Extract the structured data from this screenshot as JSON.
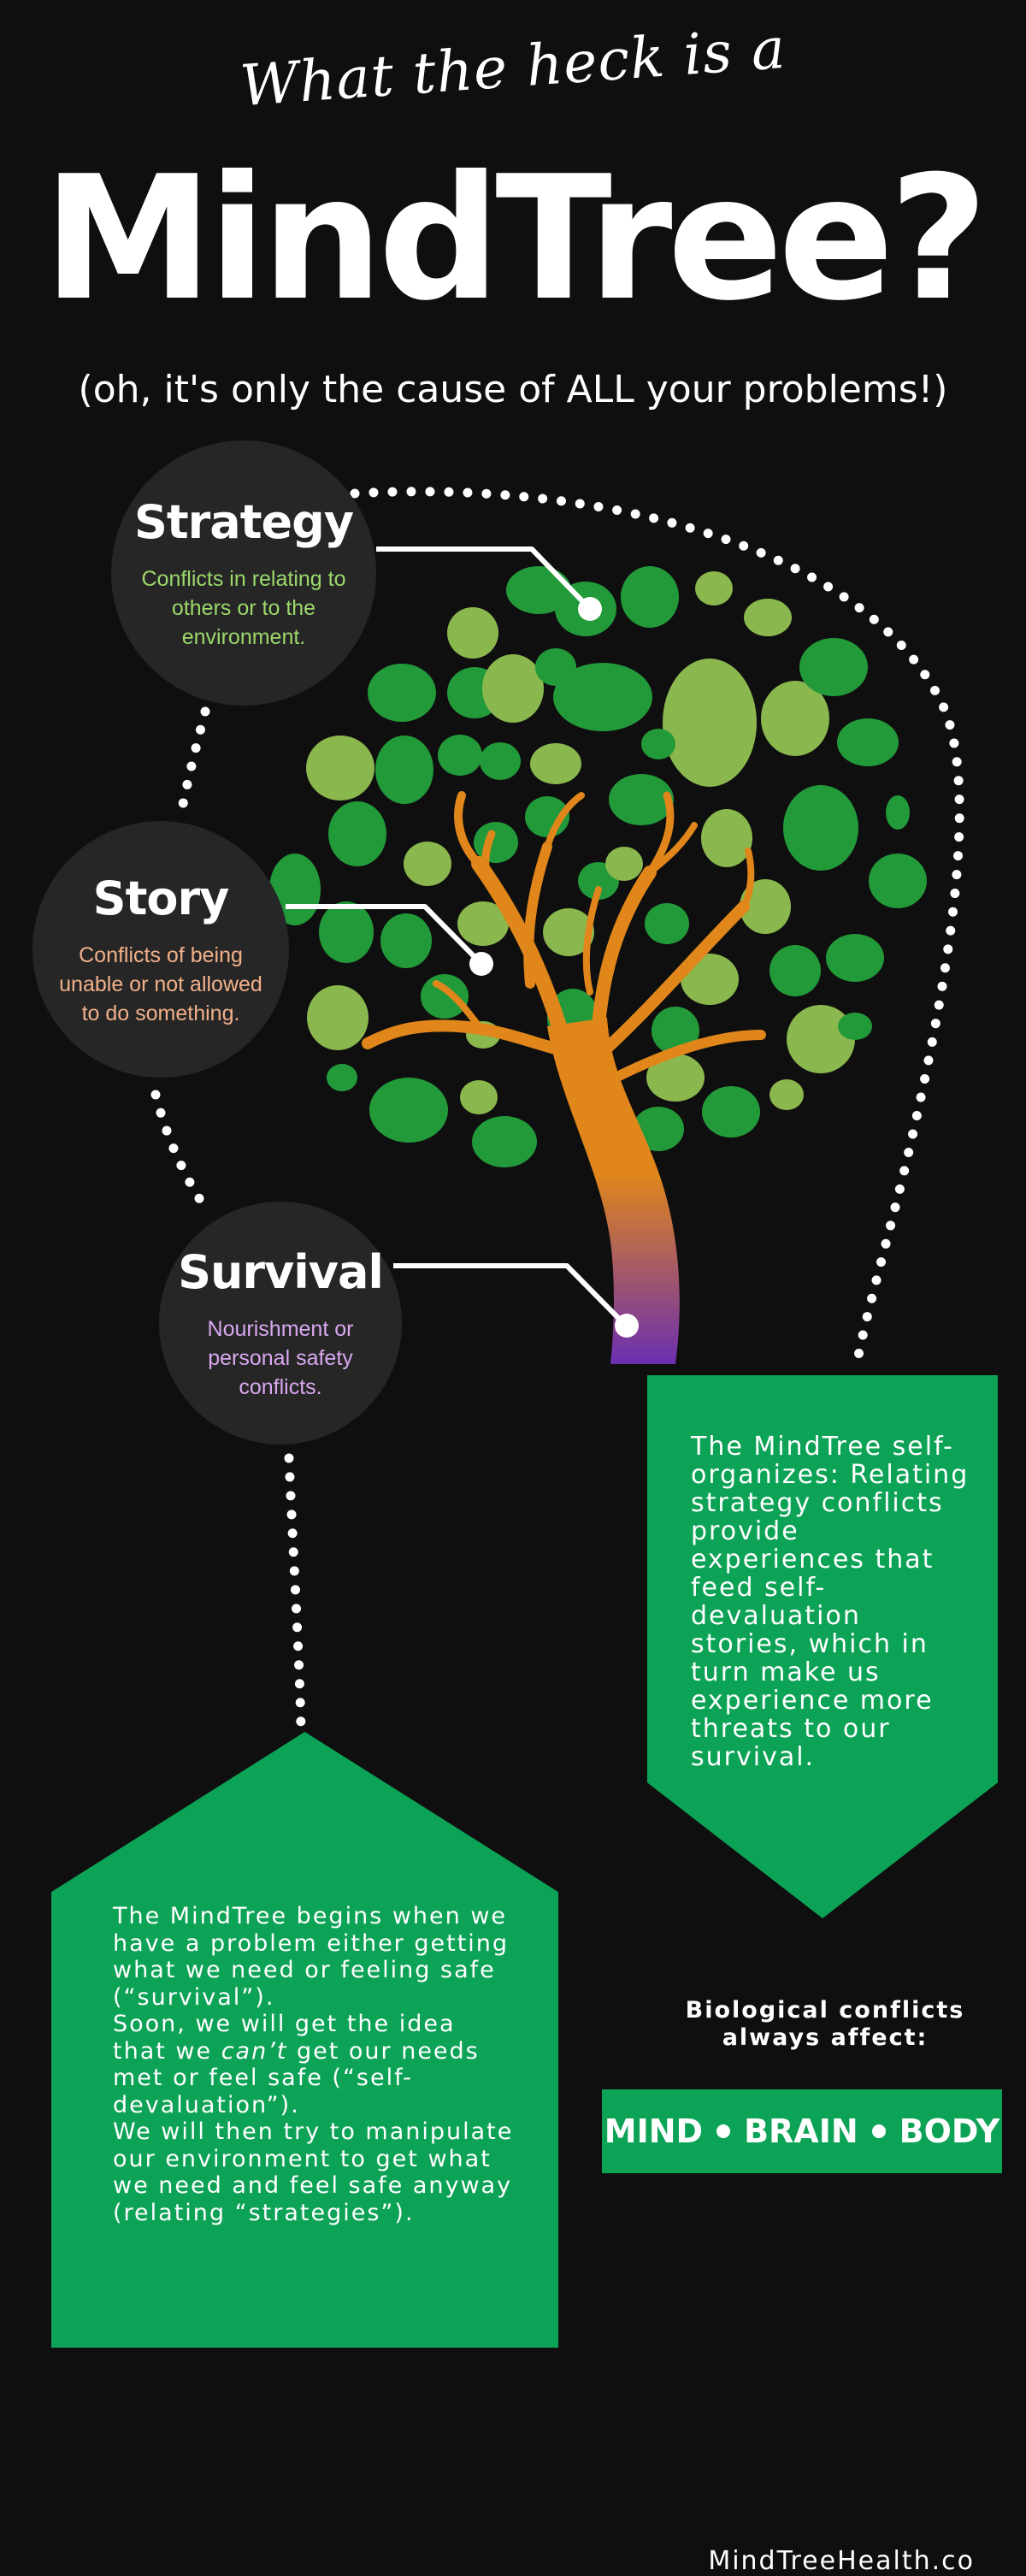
{
  "header": {
    "kicker": "What the heck is a",
    "title": "MindTree?",
    "subtitle": "(oh, it's only the cause of ALL your problems!)"
  },
  "circles": {
    "strategy": {
      "title": "Strategy",
      "desc": "Conflicts in relating to others or to the environment.",
      "color": "#9bd86a"
    },
    "story": {
      "title": "Story",
      "desc": "Conflicts of being unable or not allowed to do something.",
      "color": "#f2b08a"
    },
    "survival": {
      "title": "Survival",
      "desc": "Nourishment or personal safety conflicts.",
      "color": "#d9a8f0"
    }
  },
  "right_box": {
    "text": "The MindTree self-organizes: Relating strategy conflicts provide experiences that feed self-devaluation stories, which in turn make us experience more threats to our survival."
  },
  "left_box": {
    "line1": "The MindTree begins when we have a problem either getting what we need or feeling safe (“survival”).",
    "line2_before": "Soon, we will get the idea that we",
    "line2_em": "can’t",
    "line2_after": "get our needs met or feel safe (“self-devaluation”).",
    "line3": "We will then try to manipulate our environment to get what we need and feel safe anyway (relating “strategies”)."
  },
  "bio": {
    "heading_line1": "Biological conflicts",
    "heading_line2": "always affect:",
    "items": [
      "MIND",
      "BRAIN",
      "BODY"
    ]
  },
  "footer": "MindTreeHealth.co",
  "colors": {
    "background": "#0f0f0f",
    "accent_green": "#0da357",
    "leaf_dark": "#239a3a",
    "leaf_light": "#8bb84e",
    "trunk_orange": "#e0861b",
    "trunk_purple": "#6b2fb0"
  }
}
